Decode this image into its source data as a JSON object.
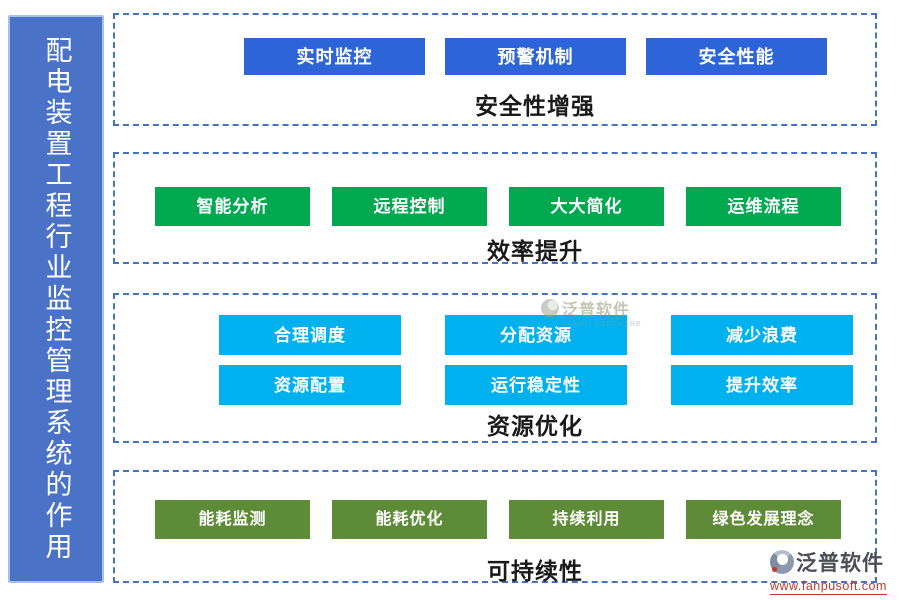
{
  "page": {
    "background": "#ffffff",
    "dashed_border_color": "#4472c4"
  },
  "sidebar": {
    "title": "配电装置工程行业监控管理系统的作用",
    "bg_color": "#4a73c8",
    "text_color": "#ffffff"
  },
  "sections": [
    {
      "label": "安全性增强",
      "color": "#2d65d9",
      "buttons": [
        "实时监控",
        "预警机制",
        "安全性能"
      ]
    },
    {
      "label": "效率提升",
      "color": "#00a850",
      "buttons": [
        "智能分析",
        "远程控制",
        "大大简化",
        "运维流程"
      ]
    },
    {
      "label": "资源优化",
      "color": "#00b0ef",
      "buttons": [
        "合理调度",
        "分配资源",
        "减少浪费",
        "资源配置",
        "运行稳定性",
        "提升效率"
      ]
    },
    {
      "label": "可持续性",
      "color": "#5e8b37",
      "buttons": [
        "能耗监测",
        "能耗优化",
        "持续利用",
        "绿色发展理念"
      ]
    }
  ],
  "watermark": {
    "text": "泛普软件",
    "subtext": "FANPU SOFTWARE"
  },
  "logo": {
    "name": "泛普软件",
    "url": "www.fanpusoft.com"
  }
}
